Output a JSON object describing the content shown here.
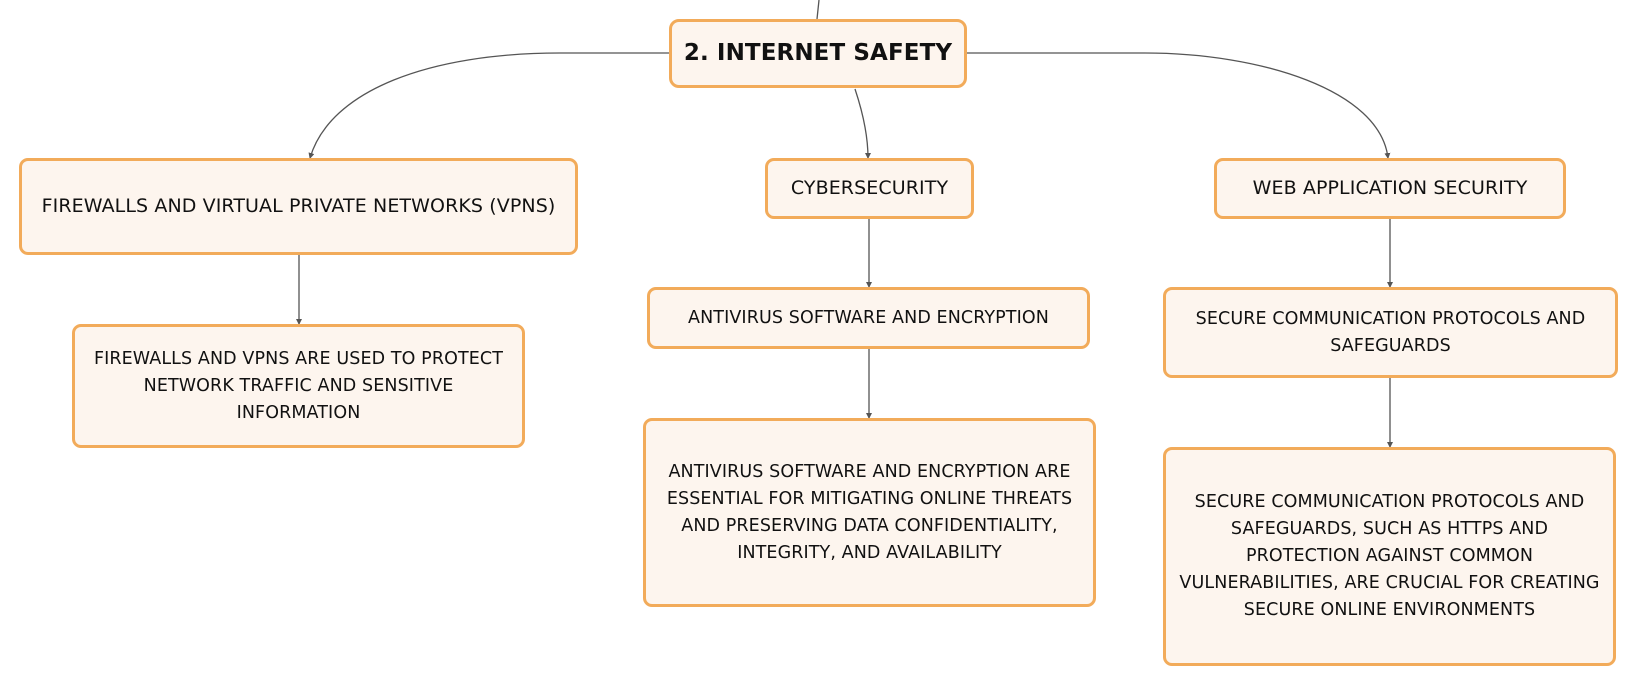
{
  "colors": {
    "node_fill": "#fdf5ee",
    "node_border": "#f2ab5a",
    "connector": "#555555",
    "text": "#111111"
  },
  "diagram": {
    "root": {
      "label": "2. INTERNET SAFETY"
    },
    "branches": [
      {
        "label": "FIREWALLS AND VIRTUAL PRIVATE NETWORKS (VPNS)",
        "children": [
          {
            "label": "FIREWALLS AND VPNS ARE USED TO PROTECT NETWORK TRAFFIC AND SENSITIVE INFORMATION"
          }
        ]
      },
      {
        "label": "CYBERSECURITY",
        "children": [
          {
            "label": "ANTIVIRUS SOFTWARE AND ENCRYPTION",
            "children": [
              {
                "label": "ANTIVIRUS SOFTWARE AND ENCRYPTION ARE ESSENTIAL FOR MITIGATING ONLINE THREATS AND PRESERVING DATA CONFIDENTIALITY, INTEGRITY, AND AVAILABILITY"
              }
            ]
          }
        ]
      },
      {
        "label": "WEB APPLICATION SECURITY",
        "children": [
          {
            "label": "SECURE COMMUNICATION PROTOCOLS AND SAFEGUARDS",
            "children": [
              {
                "label": "SECURE COMMUNICATION PROTOCOLS AND SAFEGUARDS, SUCH AS HTTPS AND PROTECTION AGAINST COMMON VULNERABILITIES, ARE CRUCIAL FOR CREATING SECURE ONLINE ENVIRONMENTS"
              }
            ]
          }
        ]
      }
    ]
  }
}
